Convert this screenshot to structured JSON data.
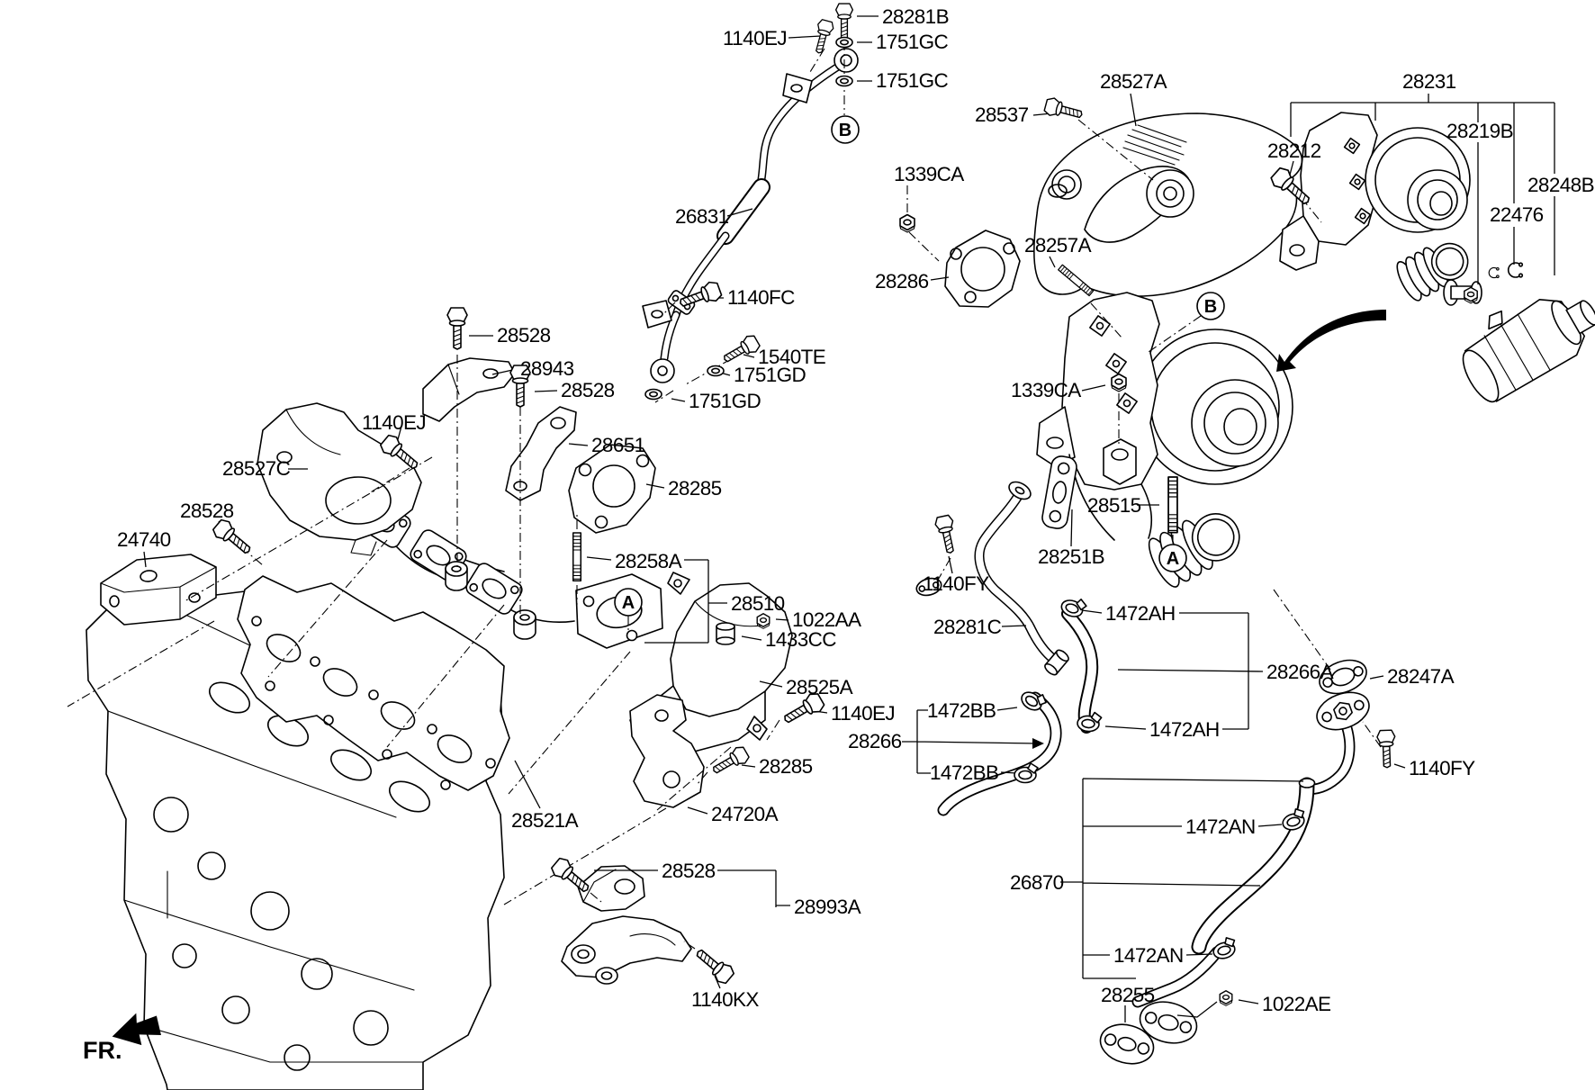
{
  "colors": {
    "ink": "#000000",
    "paper": "#ffffff"
  },
  "fr_indicator": {
    "label": "FR."
  },
  "callouts": [
    {
      "letter": "B"
    },
    {
      "letter": "B"
    },
    {
      "letter": "A"
    },
    {
      "letter": "A"
    }
  ],
  "labels": [
    {
      "text": "28281B"
    },
    {
      "text": "1140EJ"
    },
    {
      "text": "1751GC"
    },
    {
      "text": "1751GC"
    },
    {
      "text": "26831"
    },
    {
      "text": "1339CA"
    },
    {
      "text": "28527A"
    },
    {
      "text": "28537"
    },
    {
      "text": "28286"
    },
    {
      "text": "28257A"
    },
    {
      "text": "28231"
    },
    {
      "text": "28219B"
    },
    {
      "text": "28212"
    },
    {
      "text": "28248B"
    },
    {
      "text": "22476"
    },
    {
      "text": "1140EJ"
    },
    {
      "text": "28527C"
    },
    {
      "text": "28528"
    },
    {
      "text": "24740"
    },
    {
      "text": "28528"
    },
    {
      "text": "28943"
    },
    {
      "text": "28528"
    },
    {
      "text": "28651"
    },
    {
      "text": "28285"
    },
    {
      "text": "1140FC"
    },
    {
      "text": "1540TE"
    },
    {
      "text": "1751GD"
    },
    {
      "text": "1751GD"
    },
    {
      "text": "28258A"
    },
    {
      "text": "28510"
    },
    {
      "text": "1022AA"
    },
    {
      "text": "1433CC"
    },
    {
      "text": "28525A"
    },
    {
      "text": "1140EJ"
    },
    {
      "text": "28285"
    },
    {
      "text": "28521A"
    },
    {
      "text": "24720A"
    },
    {
      "text": "28528"
    },
    {
      "text": "28993A"
    },
    {
      "text": "1140KX"
    },
    {
      "text": "1339CA"
    },
    {
      "text": "28515"
    },
    {
      "text": "28251B"
    },
    {
      "text": "1140FY"
    },
    {
      "text": "28281C"
    },
    {
      "text": "1472AH"
    },
    {
      "text": "1472AH"
    },
    {
      "text": "28266A"
    },
    {
      "text": "28247A"
    },
    {
      "text": "28266"
    },
    {
      "text": "1472BB"
    },
    {
      "text": "1472BB"
    },
    {
      "text": "1140FY"
    },
    {
      "text": "1472AN"
    },
    {
      "text": "26870"
    },
    {
      "text": "1472AN"
    },
    {
      "text": "28255"
    },
    {
      "text": "1022AE"
    }
  ]
}
